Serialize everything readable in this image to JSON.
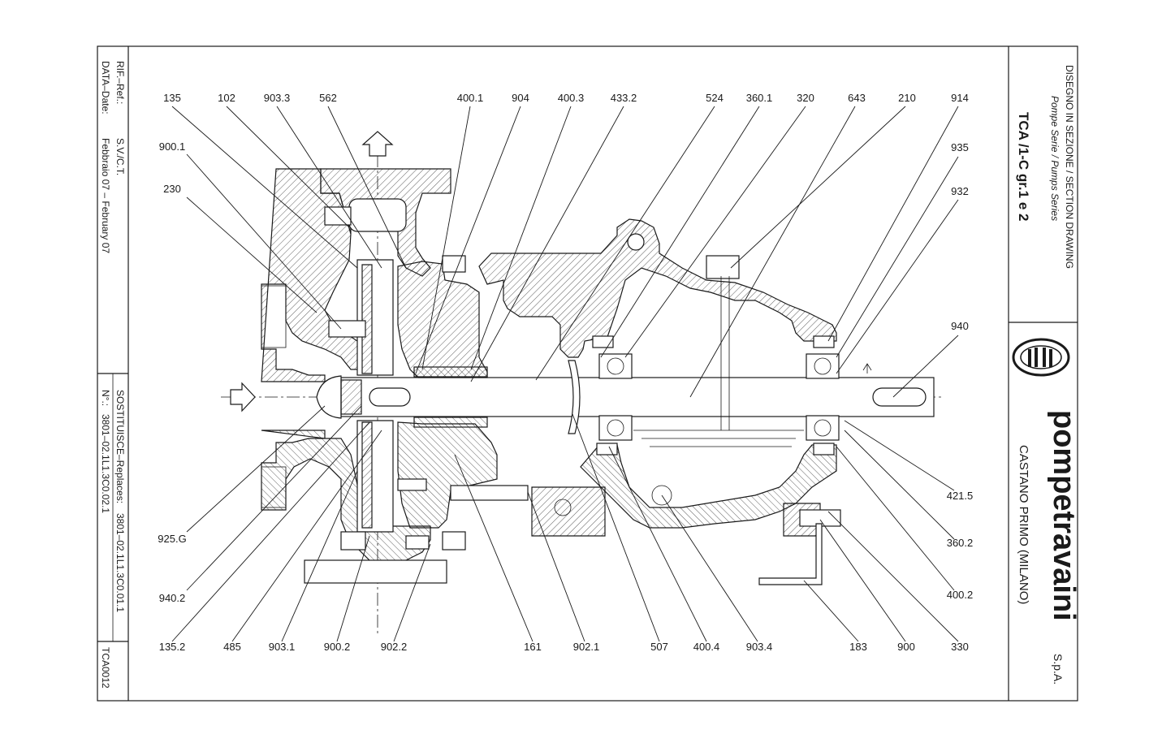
{
  "title_block": {
    "drawing_title": "DISEGNO IN SEZIONE / SECTION DRAWING",
    "series_line": "Pompe Serie / Pumps Series",
    "model": "TCA /1-C gr.1 e 2",
    "brand": "pompetravaini",
    "brand_suffix": "S.p.A.",
    "location": "CASTANO PRIMO   (MILANO)"
  },
  "side_panel": {
    "ref_label": "RIF.–Ref.:",
    "ref_value": "S.V./C.T.",
    "date_label": "DATA–Date:",
    "date_value": "Febbraio  07  –  February  07",
    "replaces_label": "SOSTITUISCE–Replaces:",
    "replaces_value": "3801–02.1L1.3C0.01.1",
    "number_label": "N°.:",
    "number_value": "3801–02.1L1.3C0.02.1",
    "drawing_code": "TCA0012"
  },
  "labels_top": [
    "135",
    "102",
    "903.3",
    "562",
    "400.1",
    "904",
    "400.3",
    "433.2",
    "524",
    "360.1",
    "320",
    "643",
    "210",
    "914"
  ],
  "labels_left": [
    "900.1",
    "230",
    "925.G",
    "940.2"
  ],
  "labels_right": [
    "935",
    "932",
    "940",
    "421.5",
    "360.2",
    "400.2"
  ],
  "labels_bottom": [
    "135.2",
    "485",
    "903.1",
    "900.2",
    "902.2",
    "161",
    "902.1",
    "507",
    "400.4",
    "903.4",
    "183",
    "900",
    "330"
  ]
}
